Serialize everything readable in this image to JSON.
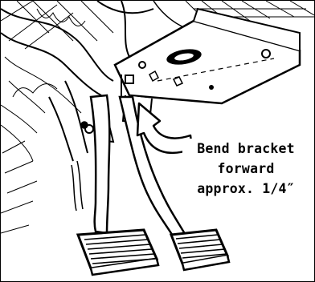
{
  "callout": {
    "lines": [
      "Bend bracket",
      "forward",
      "approx. 1/4″"
    ]
  },
  "icons": {
    "arrow": "curved-arrow-icon",
    "pedals": "brake-clutch-pedals"
  },
  "colors": {
    "ink": "#000000",
    "paper": "#ffffff"
  }
}
